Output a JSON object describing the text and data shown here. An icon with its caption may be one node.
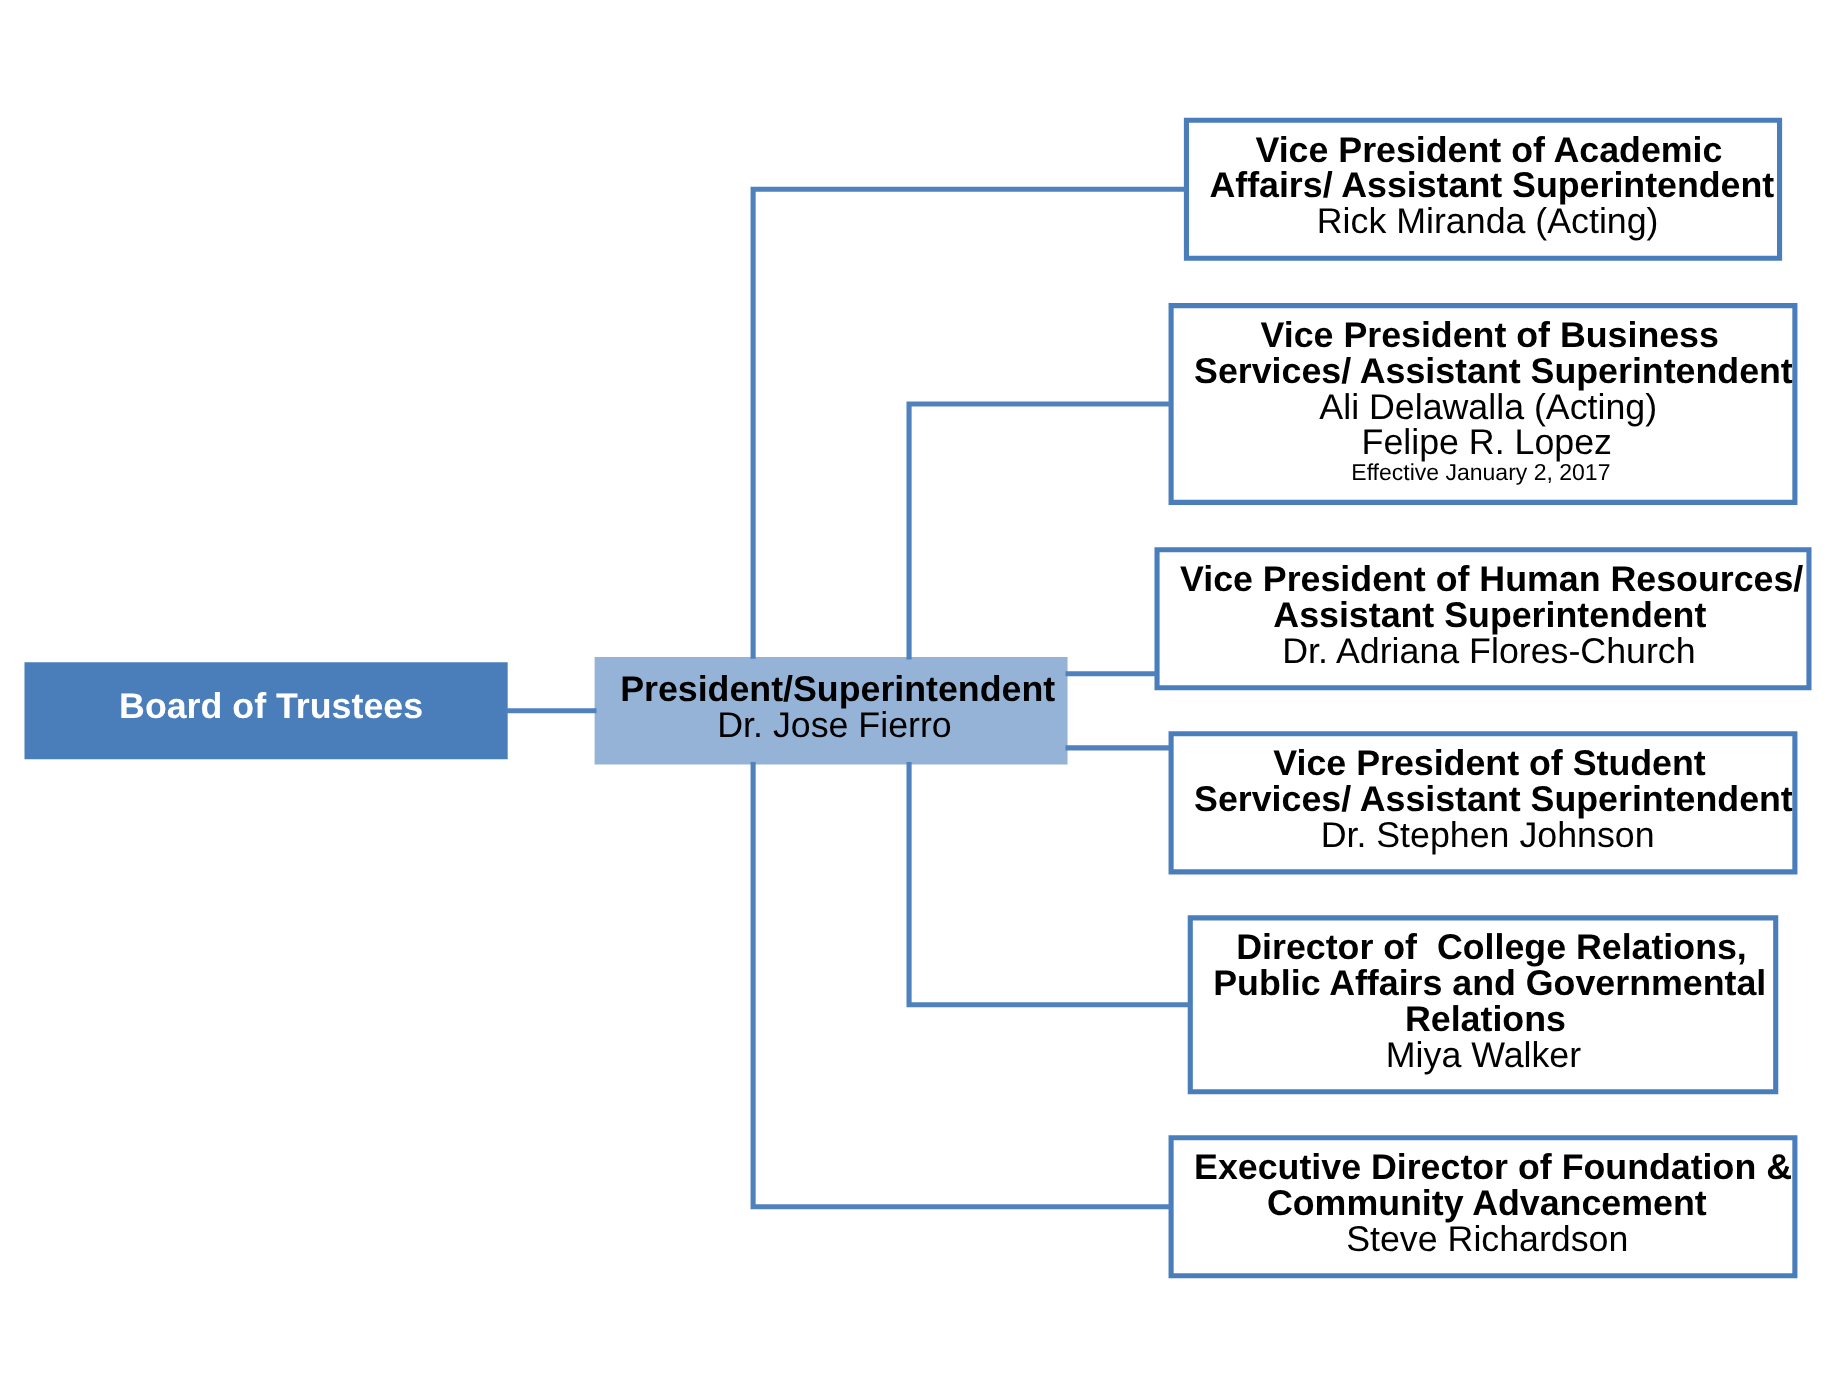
{
  "diagram": {
    "nodes": [
      {
        "text": [
          "Board of Trustees"
        ]
      },
      {
        "text": [
          "President/Superintendent",
          "Dr. Jose Fierro"
        ]
      },
      {
        "text": [
          "Vice President of Academic Affairs/ Assistant Superintendent",
          "Rick Miranda (Acting)"
        ]
      },
      {
        "text": [
          "Vice President of Business Services/ Assistant Superintendent",
          "Ali Delawalla (Acting)",
          "Felipe R. Lopez",
          "Effective January 2, 2017"
        ]
      },
      {
        "text": [
          "Vice President of Human Resources/ Assistant Superintendent",
          "Dr. Adriana Flores-Church"
        ]
      },
      {
        "text": [
          "Vice President of Student Services/ Assistant Superintendent",
          "Dr. Stephen Johnson"
        ]
      },
      {
        "text": [
          "Director of  College Relations, Public Affairs and Governmental Relations",
          "Miya Walker"
        ]
      },
      {
        "text": [
          "Executive Director of Foundation & Community Advancement",
          "Steve Richardson"
        ]
      }
    ],
    "edges": [
      {
        "from": 0,
        "to": 1,
        "arrow": "none"
      },
      {
        "from": 1,
        "to": 2,
        "arrow": "none"
      },
      {
        "from": 1,
        "to": 3,
        "arrow": "none"
      },
      {
        "from": 1,
        "to": 4,
        "arrow": "none"
      },
      {
        "from": 1,
        "to": 5,
        "arrow": "none"
      },
      {
        "from": 1,
        "to": 6,
        "arrow": "none"
      },
      {
        "from": 1,
        "to": 7,
        "arrow": "none"
      }
    ]
  }
}
